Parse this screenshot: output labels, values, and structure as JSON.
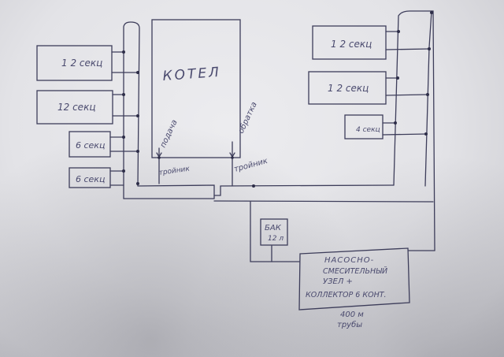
{
  "radiators_left": [
    "1 2 секц",
    "12 секц",
    "6 секц",
    "6 секц"
  ],
  "radiators_right": [
    "1 2 секц",
    "1 2 секц",
    "4 секц"
  ],
  "boiler": "КОТЕЛ",
  "supply": "подача",
  "return": "обратка",
  "tee_left": "тройник",
  "tee_right": "тройник",
  "tank": [
    "БАК",
    "12 л"
  ],
  "pump_unit": [
    "НАСОСНО-",
    "СМЕСИТЕЛЬНЫЙ",
    "УЗЕЛ +",
    "КОЛЛЕКТОР 6 КОНТ."
  ],
  "pipe_note": [
    "400 м",
    "трубы"
  ]
}
